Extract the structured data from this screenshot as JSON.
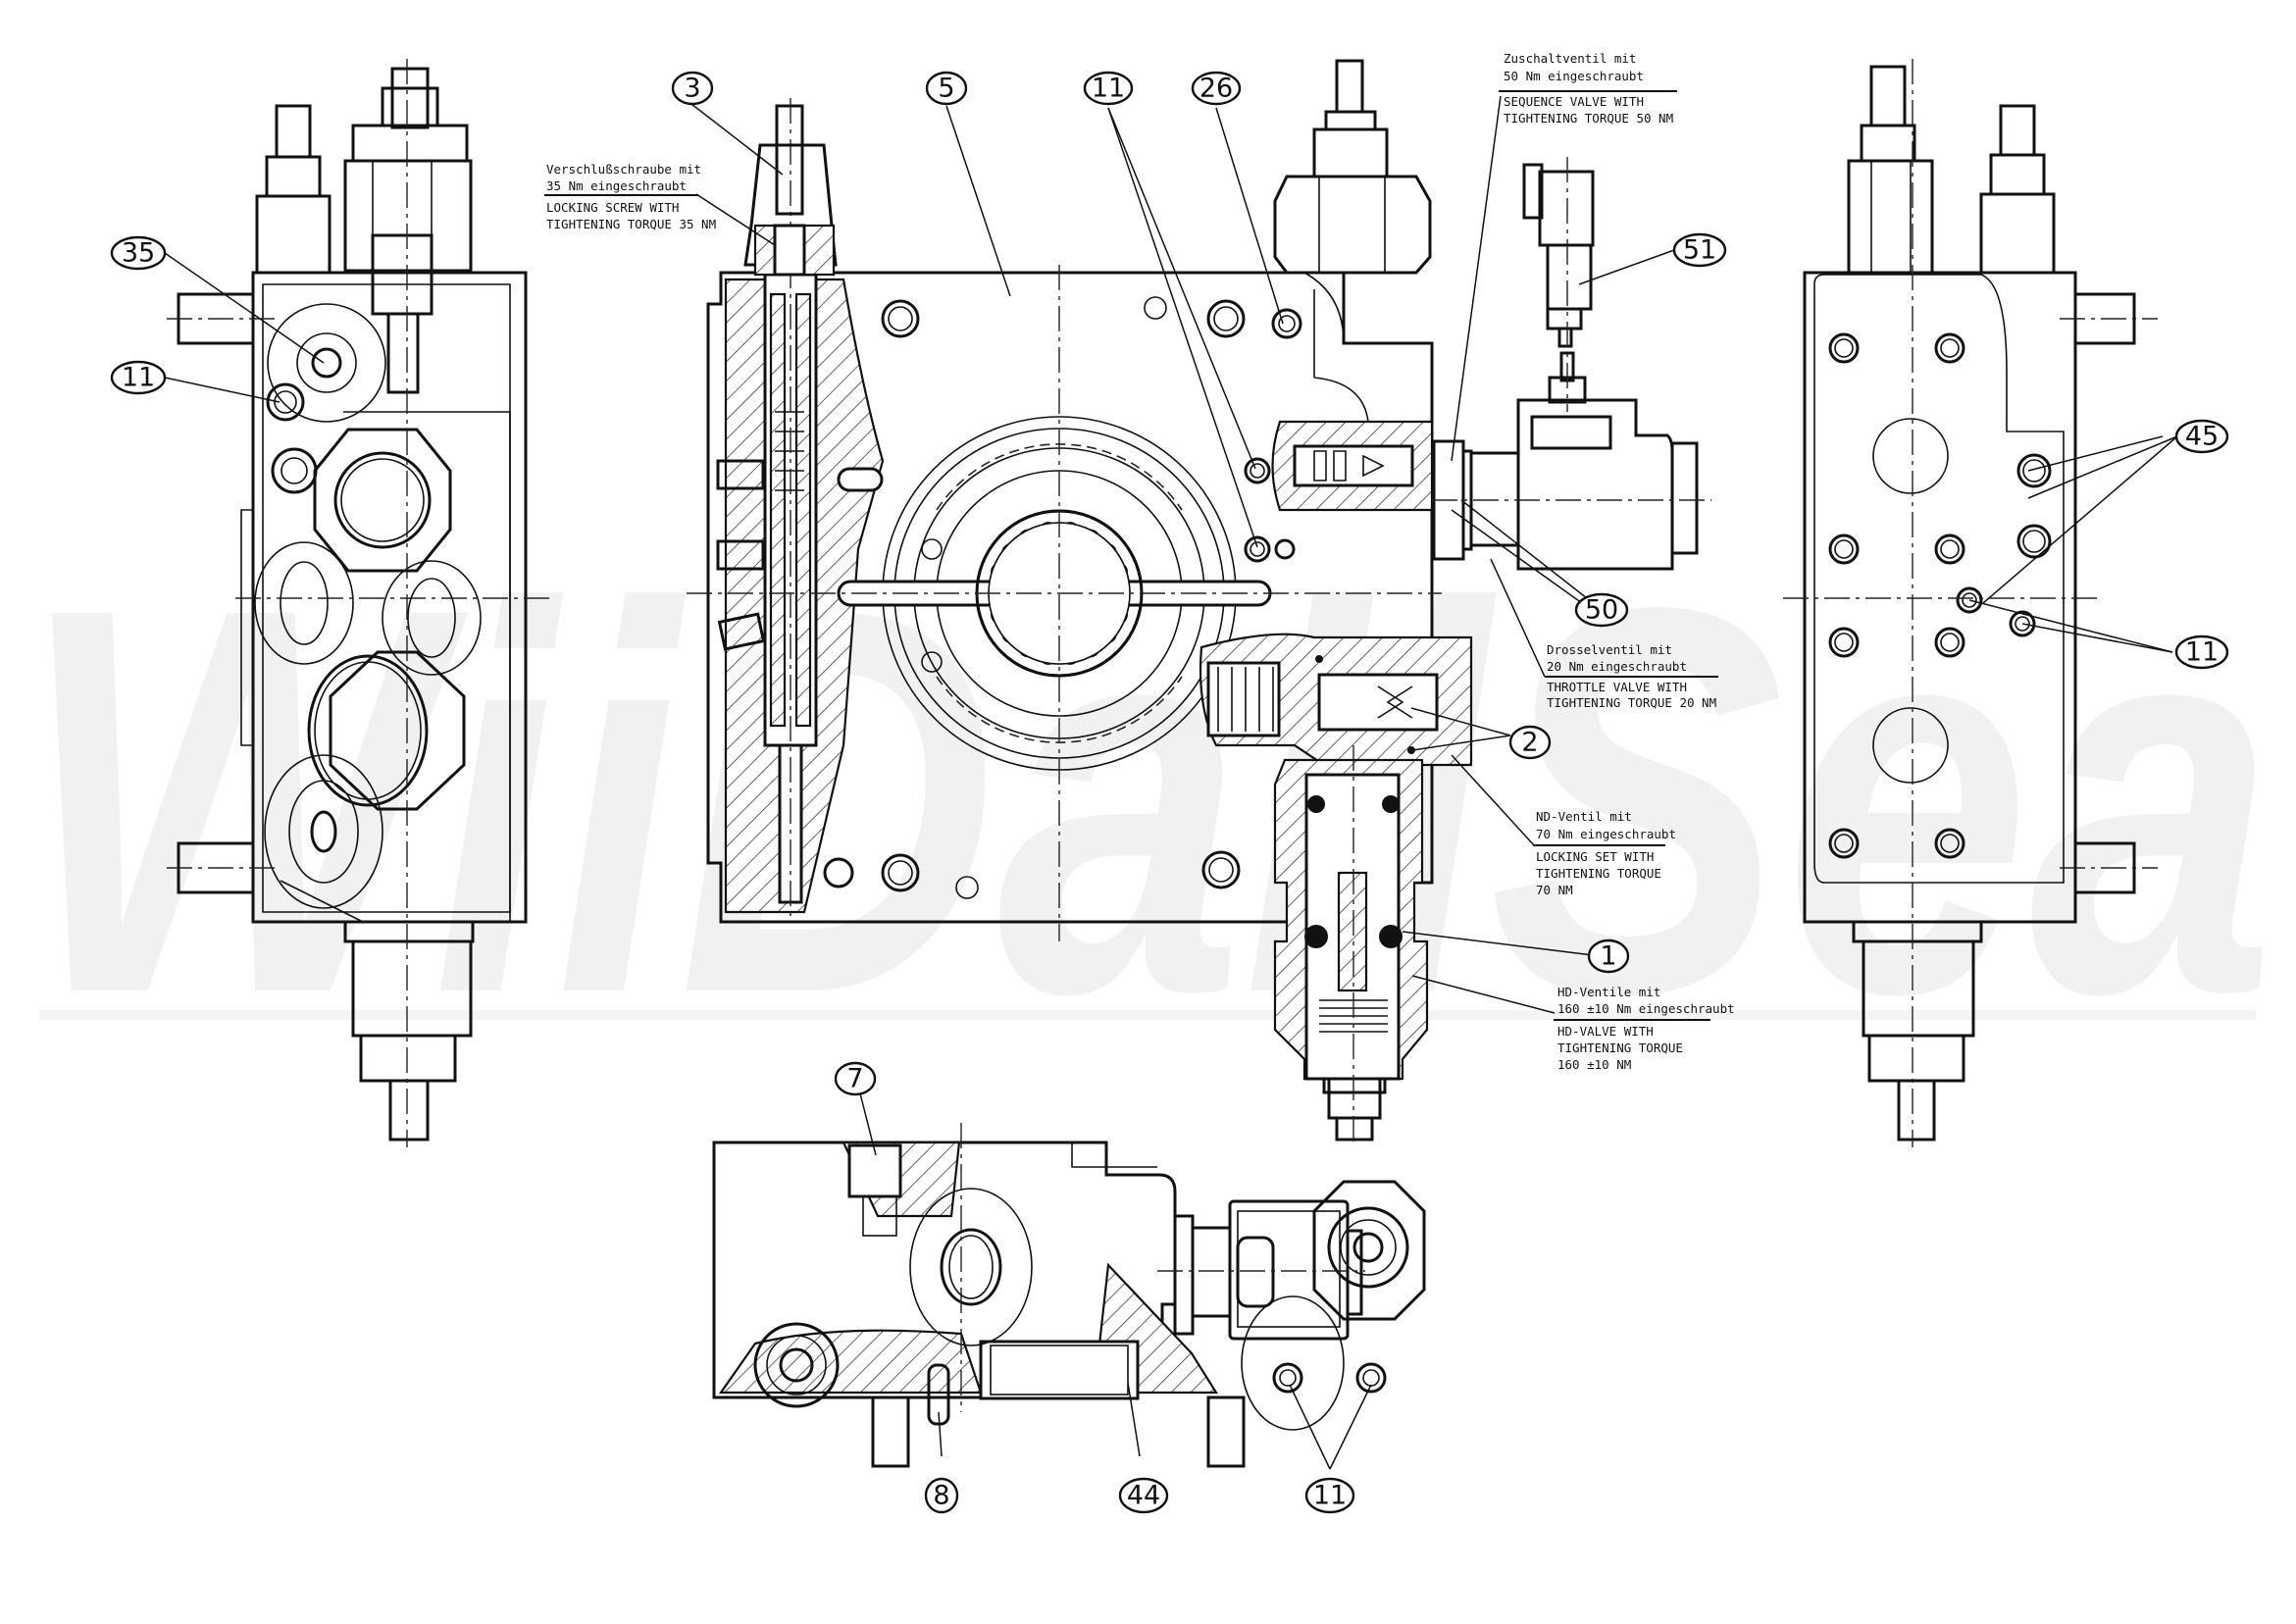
{
  "watermark": {
    "text": "WiiDallSea",
    "color": "#f1f1f1"
  },
  "balloons": [
    {
      "id": "b35",
      "label": "35"
    },
    {
      "id": "b11-left",
      "label": "11"
    },
    {
      "id": "b3",
      "label": "3"
    },
    {
      "id": "b5",
      "label": "5"
    },
    {
      "id": "b11-top",
      "label": "11"
    },
    {
      "id": "b26",
      "label": "26"
    },
    {
      "id": "b51",
      "label": "51"
    },
    {
      "id": "b50",
      "label": "50"
    },
    {
      "id": "b2",
      "label": "2"
    },
    {
      "id": "b1",
      "label": "1"
    },
    {
      "id": "b45",
      "label": "45"
    },
    {
      "id": "b11-right",
      "label": "11"
    },
    {
      "id": "b7",
      "label": "7"
    },
    {
      "id": "b8",
      "label": "8"
    },
    {
      "id": "b44",
      "label": "44"
    },
    {
      "id": "b11-bottom",
      "label": "11"
    }
  ],
  "notes": {
    "locking_screw": {
      "de_line1": "Verschlußschraube mit",
      "de_line2": "35 Nm eingeschraubt",
      "en_line1": "LOCKING SCREW WITH",
      "en_line2": "TIGHTENING TORQUE 35 NM"
    },
    "sequence_valve": {
      "de_line1": "Zuschaltventil mit",
      "de_line2": "50 Nm eingeschraubt",
      "en_line1": "SEQUENCE VALVE WITH",
      "en_line2": "TIGHTENING TORQUE 50 NM"
    },
    "throttle_valve": {
      "de_line1": "Drosselventil mit",
      "de_line2": "20 Nm eingeschraubt",
      "en_line1": "THROTTLE VALVE WITH",
      "en_line2": "TIGHTENING TORQUE 20 NM"
    },
    "nd_valve": {
      "de_line1": "ND-Ventil mit",
      "de_line2": "70 Nm eingeschraubt",
      "en_line1": "LOCKING SET WITH",
      "en_line2": "TIGHTENING TORQUE",
      "en_line3": "70 NM"
    },
    "hd_valve": {
      "de_line1": "HD-Ventile mit",
      "de_line2": "160 ±10 Nm eingeschraubt",
      "en_line1": "HD-VALVE WITH",
      "en_line2": "TIGHTENING TORQUE",
      "en_line3": "160 ±10 NM"
    }
  }
}
